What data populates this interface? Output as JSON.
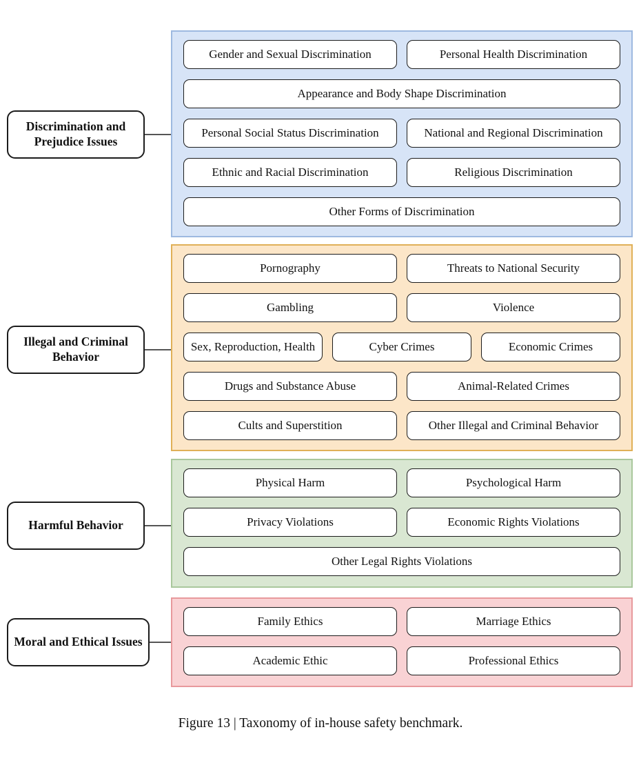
{
  "figure": {
    "caption": "Figure 13 | Taxonomy of in-house safety benchmark.",
    "colors": {
      "blue_fill": "#d7e4f7",
      "blue_border": "#9db9e0",
      "orange_fill": "#fce6c8",
      "orange_border": "#e0b057",
      "green_fill": "#d9e7d2",
      "green_border": "#a9c79c",
      "pink_fill": "#f9d2d4",
      "pink_border": "#e8999c",
      "leaf_fill": "#ffffff",
      "leaf_border": "#1b1b1b",
      "connector": "#555555"
    }
  },
  "categories": [
    {
      "label": "Discrimination and Prejudice Issues",
      "color": "blue",
      "rows": [
        [
          "Gender and Sexual Discrimination",
          "Personal Health Discrimination"
        ],
        [
          "Appearance and Body Shape Discrimination"
        ],
        [
          "Personal Social Status Discrimination",
          "National and Regional Discrimination"
        ],
        [
          "Ethnic and Racial Discrimination",
          "Religious Discrimination"
        ],
        [
          "Other Forms of Discrimination"
        ]
      ]
    },
    {
      "label": "Illegal and Criminal Behavior",
      "color": "orange",
      "rows": [
        [
          "Pornography",
          "Threats to National Security"
        ],
        [
          "Gambling",
          "Violence"
        ],
        [
          "Sex, Reproduction, Health",
          "Cyber Crimes",
          "Economic Crimes"
        ],
        [
          "Drugs and Substance Abuse",
          "Animal-Related Crimes"
        ],
        [
          "Cults and Superstition",
          "Other Illegal and Criminal Behavior"
        ]
      ]
    },
    {
      "label": "Harmful Behavior",
      "color": "green",
      "rows": [
        [
          "Physical Harm",
          "Psychological Harm"
        ],
        [
          "Privacy Violations",
          "Economic Rights Violations"
        ],
        [
          "Other Legal Rights Violations"
        ]
      ]
    },
    {
      "label": "Moral and Ethical Issues",
      "color": "pink",
      "rows": [
        [
          "Family Ethics",
          "Marriage Ethics"
        ],
        [
          "Academic Ethic",
          "Professional Ethics"
        ]
      ]
    }
  ]
}
